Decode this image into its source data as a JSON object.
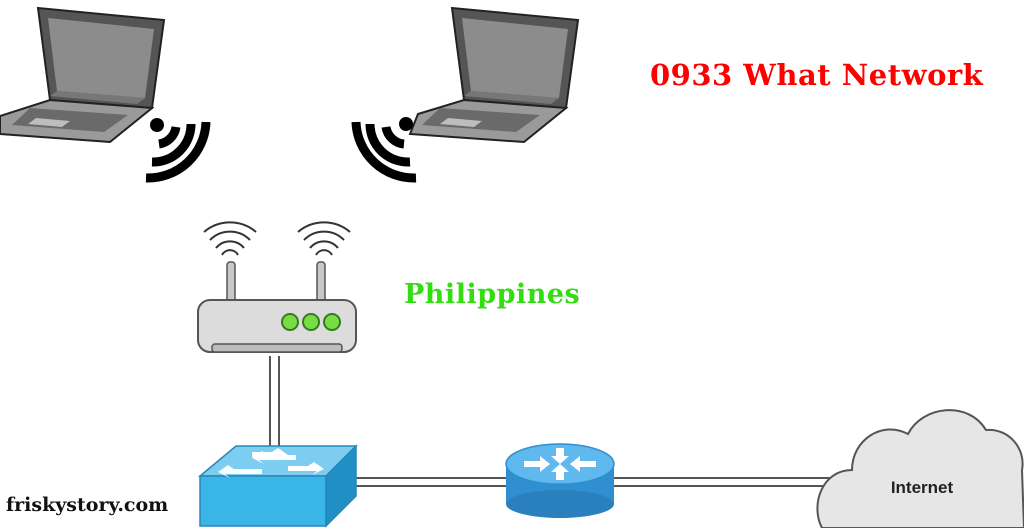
{
  "labels": {
    "network_name": "0933 What Network",
    "country": "Philippines",
    "website": "friskystory.com",
    "internet": "Internet"
  },
  "colors": {
    "network_name": "#ff0000",
    "country": "#33dd11",
    "switch": "#39b5e8",
    "router": "#2f8fd0",
    "router_leds": "#77dd44",
    "cloud": "#e6e6e6"
  },
  "icons": [
    "laptop-icon",
    "wifi-signal-icon",
    "wireless-router-icon",
    "network-switch-icon",
    "router-icon",
    "internet-cloud-icon"
  ]
}
